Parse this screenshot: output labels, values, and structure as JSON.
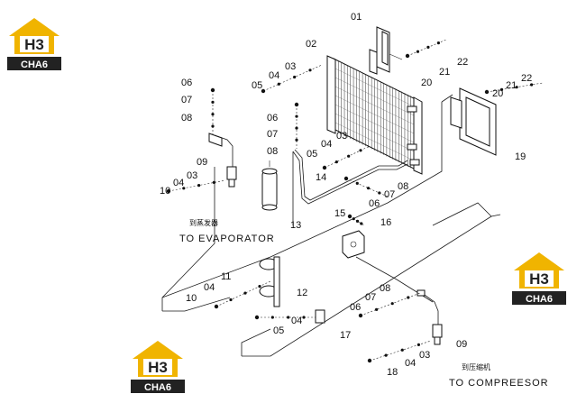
{
  "logo": {
    "letters": "H3",
    "word": "CHA6",
    "accent": "#f0b400",
    "dark": "#222222"
  },
  "labels": {
    "p01": "01",
    "p02": "02",
    "p03a": "03",
    "p03b": "03",
    "p03c": "03",
    "p03d": "03",
    "p04a": "04",
    "p04b": "04",
    "p04c": "04",
    "p04d": "04",
    "p04e": "04",
    "p05a": "05",
    "p05b": "05",
    "p05c": "05",
    "p06a": "06",
    "p06b": "06",
    "p06c": "06",
    "p06d": "06",
    "p07a": "07",
    "p07b": "07",
    "p07c": "07",
    "p07d": "07",
    "p08a": "08",
    "p08b": "08",
    "p08c": "08",
    "p08d": "08",
    "p09a": "09",
    "p09b": "09",
    "p10a": "10",
    "p10b": "10",
    "p11": "11",
    "p12": "12",
    "p13": "13",
    "p14": "14",
    "p15": "15",
    "p16": "16",
    "p17": "17",
    "p18": "18",
    "p19": "19",
    "p20a": "20",
    "p20b": "20",
    "p21a": "21",
    "p21b": "21",
    "p22a": "22",
    "p22b": "22"
  },
  "captions": {
    "evap_cn": "到蒸发器",
    "evap_en": "TO EVAPORATOR",
    "comp_cn": "到压缩机",
    "comp_en": "TO COMPREESOR"
  }
}
